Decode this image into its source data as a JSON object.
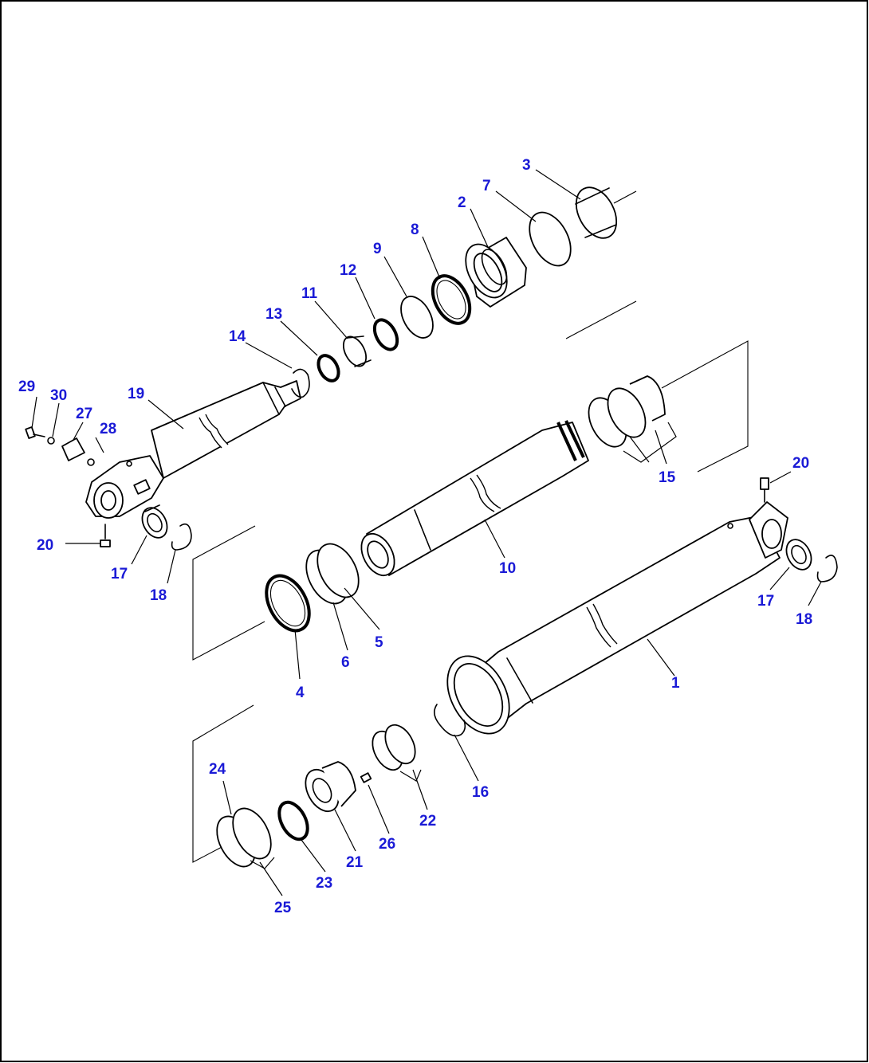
{
  "callouts": {
    "c1": "1",
    "c2": "2",
    "c3": "3",
    "c4": "4",
    "c5": "5",
    "c6": "6",
    "c7": "7",
    "c8": "8",
    "c9": "9",
    "c10": "10",
    "c11": "11",
    "c12": "12",
    "c13": "13",
    "c14": "14",
    "c15": "15",
    "c16": "16",
    "c17a": "17",
    "c17b": "17",
    "c18a": "18",
    "c18b": "18",
    "c19": "19",
    "c20a": "20",
    "c20b": "20",
    "c21": "21",
    "c22": "22",
    "c23": "23",
    "c24": "24",
    "c25": "25",
    "c26": "26",
    "c27": "27",
    "c28": "28",
    "c29": "29",
    "c30": "30"
  },
  "colors": {
    "callout": "#1a1ad6",
    "line": "#000000",
    "background": "#ffffff"
  }
}
